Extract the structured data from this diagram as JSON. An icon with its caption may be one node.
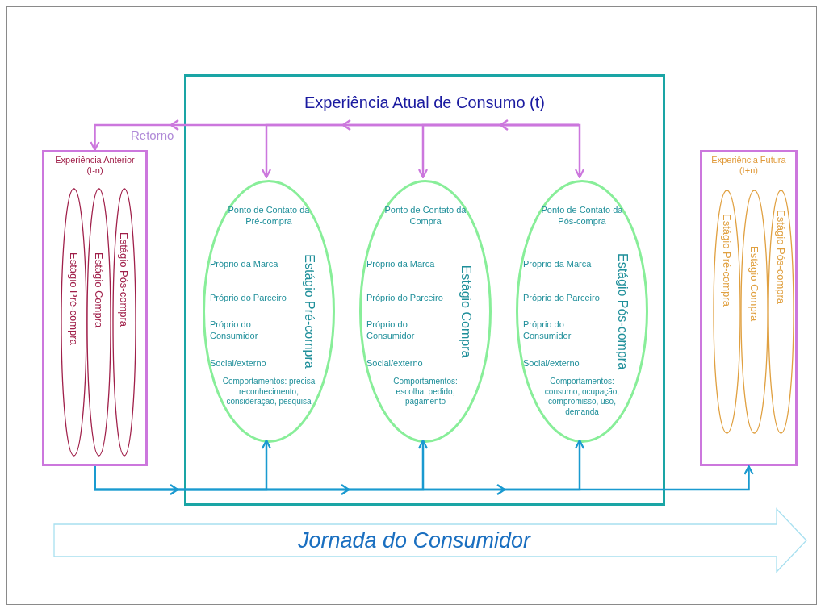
{
  "diagram": {
    "nodes": [
      {
        "text": [
          "Experiência Atual de Consumo (t)"
        ]
      },
      {
        "text": [
          "Experiência Anterior",
          "(t-n)"
        ]
      },
      {
        "text": [
          "Estágio Pré-compra"
        ],
        "in": 1
      },
      {
        "text": [
          "Estágio Compra"
        ],
        "in": 1
      },
      {
        "text": [
          "Estágio Pós-compra"
        ],
        "in": 1
      },
      {
        "text": [
          "Ponto de Contato da Pré-compra",
          "Próprio da Marca",
          "Próprio do Parceiro",
          "Próprio do Consumidor",
          "Social/externo",
          "Comportamentos: precisa reconhecimento, consideração, pesquisa",
          "Estágio Pré-compra"
        ],
        "in": 0
      },
      {
        "text": [
          "Ponto de Contato da Compra",
          "Próprio da Marca",
          "Próprio do Parceiro",
          "Próprio do Consumidor",
          "Social/externo",
          "Comportamentos: escolha, pedido, pagamento",
          "Estágio Compra"
        ],
        "in": 0
      },
      {
        "text": [
          "Ponto de Contato da Pós-compra",
          "Próprio da Marca",
          "Próprio do Parceiro",
          "Próprio do Consumidor",
          "Social/externo",
          "Comportamentos: consumo, ocupação, compromisso, uso, demanda",
          "Estágio Pós-compra"
        ],
        "in": 0
      },
      {
        "text": [
          "Experiência Futura",
          "(t+n)"
        ]
      },
      {
        "text": [
          "Estágio Pré-compra"
        ],
        "in": 8
      },
      {
        "text": [
          "Estágio Compra"
        ],
        "in": 8
      },
      {
        "text": [
          "Estágio Pós-compra"
        ],
        "in": 8
      },
      {
        "text": [
          "Jornada do Consumidor"
        ]
      }
    ],
    "edges": [
      {
        "from": null,
        "to": 5,
        "arrow": "to",
        "color": "#cc77dd"
      },
      {
        "from": null,
        "to": 6,
        "arrow": "to",
        "color": "#cc77dd"
      },
      {
        "from": null,
        "to": 7,
        "arrow": "to",
        "color": "#cc77dd"
      },
      {
        "from": null,
        "to": 1,
        "arrow": "to",
        "label": "Retorno",
        "color": "#cc77dd"
      },
      {
        "from": 1,
        "to": 5,
        "arrow": "to",
        "color": "#1a9ad0"
      },
      {
        "from": 1,
        "to": 6,
        "arrow": "to",
        "color": "#1a9ad0"
      },
      {
        "from": 1,
        "to": 7,
        "arrow": "to",
        "color": "#1a9ad0"
      },
      {
        "from": 1,
        "to": 8,
        "arrow": "to",
        "color": "#1a9ad0"
      }
    ]
  }
}
